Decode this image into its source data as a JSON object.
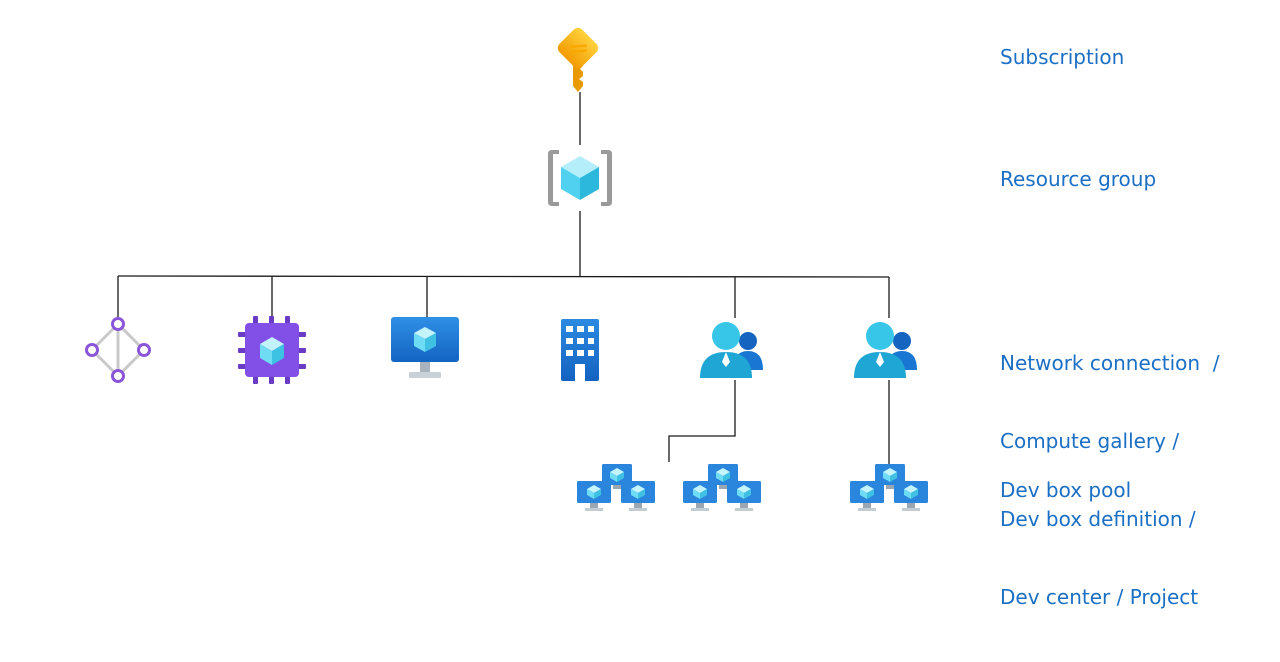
{
  "labels": {
    "subscription": "Subscription",
    "resource_group": "Resource group",
    "resources_lines": [
      "Network connection  /",
      "Compute gallery /",
      "Dev box definition /",
      "Dev center / Project"
    ],
    "dev_box_pool": "Dev box pool"
  },
  "colors": {
    "label_text": "#1b6fc4",
    "connector": "#1a1a1a",
    "key": "#f7b500",
    "cube": "#5fd5ef",
    "purple": "#7c4bd8",
    "blue": "#1f7fd8"
  },
  "icons": {
    "subscription": "key-icon",
    "resource_group": "resource-group-icon",
    "network_connection": "network-connection-icon",
    "compute_gallery": "compute-gallery-icon",
    "dev_box_definition": "dev-box-definition-icon",
    "dev_center": "dev-center-icon",
    "project": "project-icon",
    "dev_box_pool": "dev-box-pool-icon"
  }
}
